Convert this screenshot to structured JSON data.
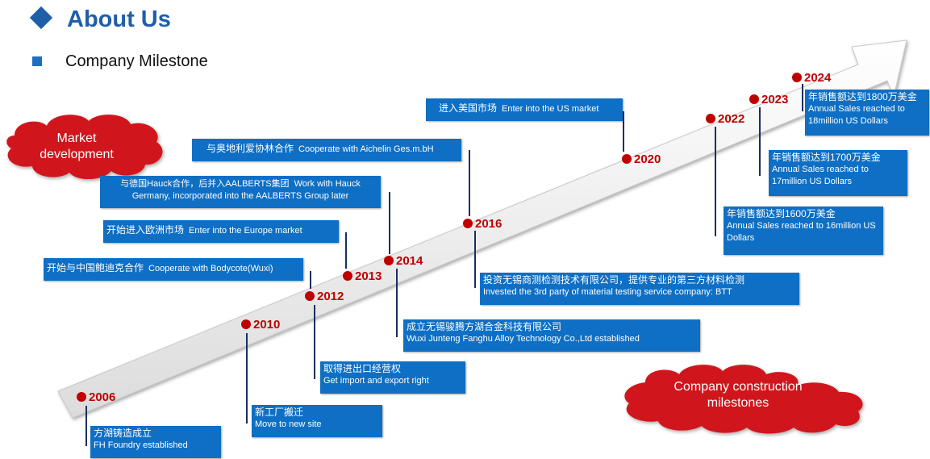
{
  "header": {
    "title": "About Us",
    "subtitle": "Company Milestone"
  },
  "clouds": {
    "market": "Market development",
    "construction": "Company construction milestones"
  },
  "milestones": {
    "y2006": {
      "year": "2006",
      "zh": "方湖铸造成立",
      "en": "FH Foundry established"
    },
    "y2010": {
      "year": "2010",
      "zh": "新工厂搬迁",
      "en": "Move to new site"
    },
    "y2012": {
      "year": "2012",
      "zh": "开始与中国鲍迪克合作",
      "en": "Cooperate with Bodycote(Wuxi)",
      "zh2": "取得进出口经营权",
      "en2": "Get import and export right"
    },
    "y2013": {
      "year": "2013",
      "zh": "开始进入欧洲市场",
      "en": "Enter into the Europe market"
    },
    "y2014": {
      "year": "2014",
      "zh": "与德国Hauck合作，后并入AALBERTS集团",
      "en": "Work with Hauck Germany, incorporated into the AALBERTS Group later",
      "zh2": "成立无锡骏腾方湖合金科技有限公司",
      "en2": "Wuxi Junteng Fanghu Alloy Technology Co.,Ltd established"
    },
    "y2016": {
      "year": "2016",
      "zh": "与奥地利爱协林合作",
      "en": "Cooperate with Aichelin Ges.m.bH",
      "zh2": "投资无锡商测检测技术有限公司，提供专业的第三方材料检测",
      "en2": "Invested the 3rd party of material testing service company: BTT"
    },
    "y2020": {
      "year": "2020",
      "zh": "进入美国市场",
      "en": "Enter into the US market"
    },
    "y2022": {
      "year": "2022",
      "zh": "年销售额达到1600万美金",
      "en": "Annual  Sales reached to 16million US Dollars"
    },
    "y2023": {
      "year": "2023",
      "zh": "年销售额达到1700万美金",
      "en": "Annual  Sales reached to 17million US Dollars"
    },
    "y2024": {
      "year": "2024",
      "zh": "年销售额达到1800万美金",
      "en": "Annual  Sales reached to 18million US Dollars"
    }
  },
  "colors": {
    "accent": "#1f5fa8",
    "box": "#0e6fc4",
    "year": "#c00000",
    "cloud": "#d0141a"
  }
}
